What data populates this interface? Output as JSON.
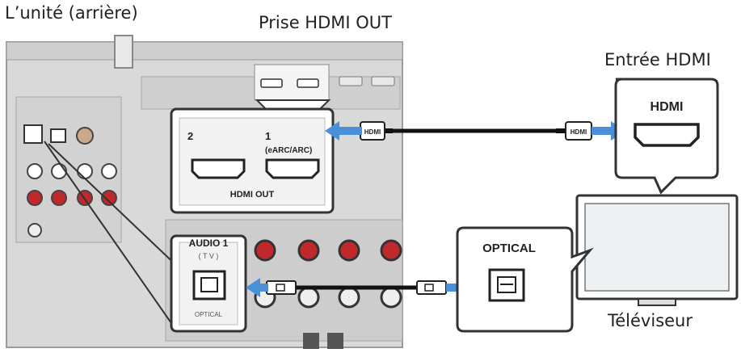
{
  "captions": {
    "unit_rear": "L’unité (arrière)",
    "hdmi_out_jack": "Prise HDMI OUT",
    "hdmi_input": "Entrée HDMI",
    "tv": "Téléviseur"
  },
  "receiver_callout": {
    "port_2": "2",
    "port_1": "1",
    "port_1_sub": "(eARC/ARC)",
    "panel_label": "HDMI OUT"
  },
  "audio_callout": {
    "title": "AUDIO 1",
    "sub": "( T V )",
    "port_label": "OPTICAL"
  },
  "tv_hdmi_callout": {
    "label": "HDMI"
  },
  "tv_optical_callout": {
    "label": "OPTICAL"
  },
  "hdmi_cable": {
    "plug_label": "HDMI"
  },
  "colors": {
    "arrow": "#4a90d9",
    "panel": "#d7d7d7",
    "panel_dark": "#bcbcbc",
    "jack_red": "#c0282b",
    "cable": "#111111"
  }
}
